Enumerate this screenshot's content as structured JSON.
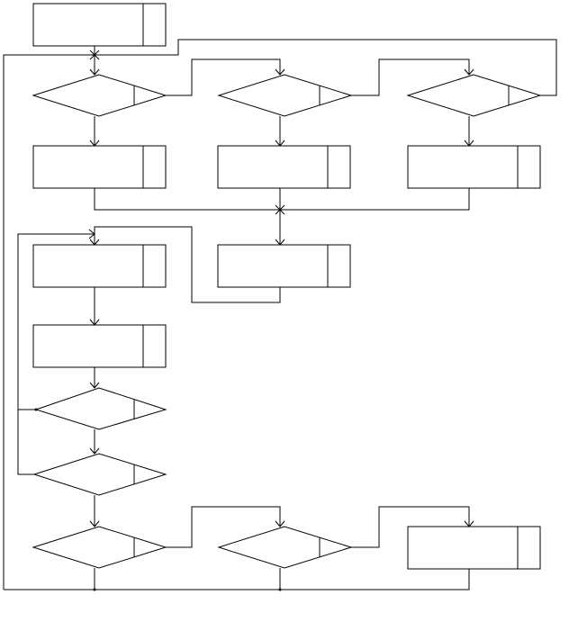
{
  "diagram": {
    "type": "flowchart",
    "line_color": "#000000",
    "fill_color": "#ffffff",
    "nodes": [
      {
        "id": "start_box",
        "shape": "process",
        "label": ""
      },
      {
        "id": "decision_1",
        "shape": "decision",
        "label": ""
      },
      {
        "id": "decision_2",
        "shape": "decision",
        "label": ""
      },
      {
        "id": "decision_3",
        "shape": "decision",
        "label": ""
      },
      {
        "id": "process_1",
        "shape": "process",
        "label": ""
      },
      {
        "id": "process_2",
        "shape": "process",
        "label": ""
      },
      {
        "id": "process_3",
        "shape": "process",
        "label": ""
      },
      {
        "id": "process_4",
        "shape": "process",
        "label": ""
      },
      {
        "id": "process_5",
        "shape": "process",
        "label": ""
      },
      {
        "id": "process_6",
        "shape": "process",
        "label": ""
      },
      {
        "id": "decision_4",
        "shape": "decision",
        "label": ""
      },
      {
        "id": "decision_5",
        "shape": "decision",
        "label": ""
      },
      {
        "id": "decision_6",
        "shape": "decision",
        "label": ""
      },
      {
        "id": "decision_7",
        "shape": "decision",
        "label": ""
      },
      {
        "id": "process_7",
        "shape": "process",
        "label": ""
      }
    ],
    "edges": [
      {
        "from": "start_box",
        "to": "decision_1"
      },
      {
        "from": "decision_1",
        "to": "process_1"
      },
      {
        "from": "decision_1",
        "to": "decision_2"
      },
      {
        "from": "decision_2",
        "to": "process_2"
      },
      {
        "from": "decision_2",
        "to": "decision_3"
      },
      {
        "from": "decision_3",
        "to": "process_3"
      },
      {
        "from": "decision_3",
        "to": "decision_1"
      },
      {
        "from": "process_1",
        "to": "process_5"
      },
      {
        "from": "process_2",
        "to": "process_5"
      },
      {
        "from": "process_3",
        "to": "process_5"
      },
      {
        "from": "process_5",
        "to": "process_4"
      },
      {
        "from": "process_4",
        "to": "process_6"
      },
      {
        "from": "process_6",
        "to": "decision_4"
      },
      {
        "from": "decision_4",
        "to": "process_4"
      },
      {
        "from": "decision_4",
        "to": "decision_5"
      },
      {
        "from": "decision_5",
        "to": "process_4"
      },
      {
        "from": "decision_5",
        "to": "decision_6"
      },
      {
        "from": "decision_6",
        "to": "decision_7"
      },
      {
        "from": "decision_6",
        "to": "decision_1"
      },
      {
        "from": "decision_7",
        "to": "process_7"
      },
      {
        "from": "decision_7",
        "to": "decision_1"
      },
      {
        "from": "process_7",
        "to": "decision_1"
      }
    ]
  }
}
